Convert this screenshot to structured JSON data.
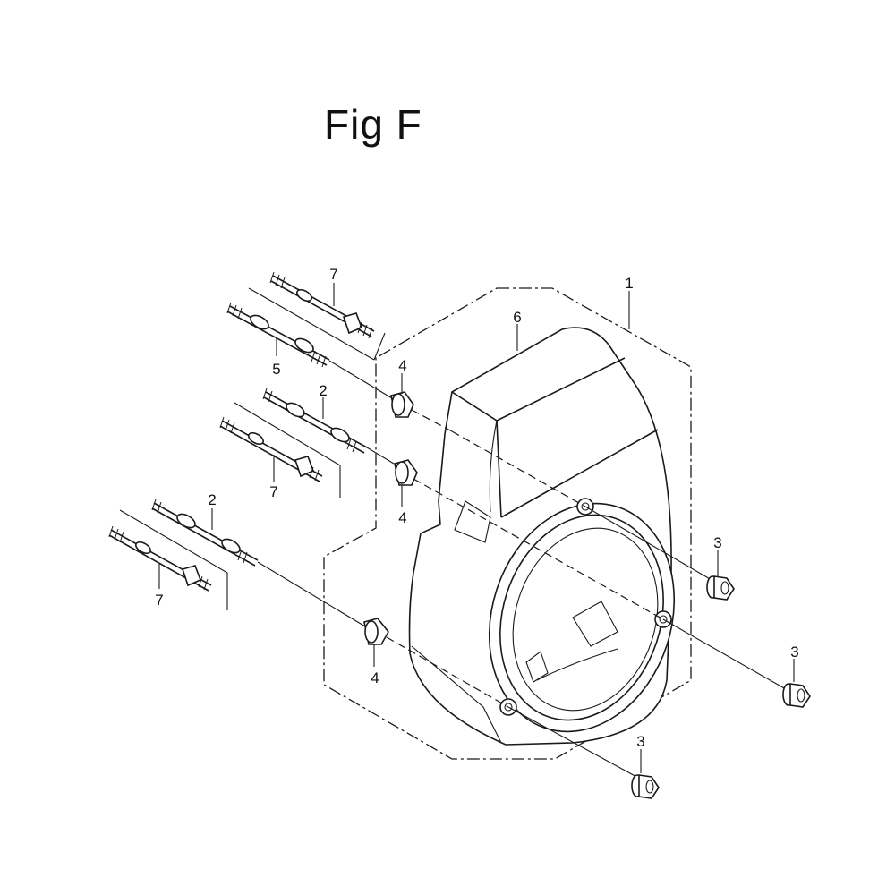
{
  "title": "Fig F",
  "callouts": {
    "c1": "1",
    "c2a": "2",
    "c2b": "2",
    "c3a": "3",
    "c3b": "3",
    "c3c": "3",
    "c4a": "4",
    "c4b": "4",
    "c4c": "4",
    "c5": "5",
    "c6": "6",
    "c7a": "7",
    "c7b": "7",
    "c7c": "7"
  },
  "colors": {
    "line": "#1a1a1a",
    "background": "#ffffff"
  }
}
